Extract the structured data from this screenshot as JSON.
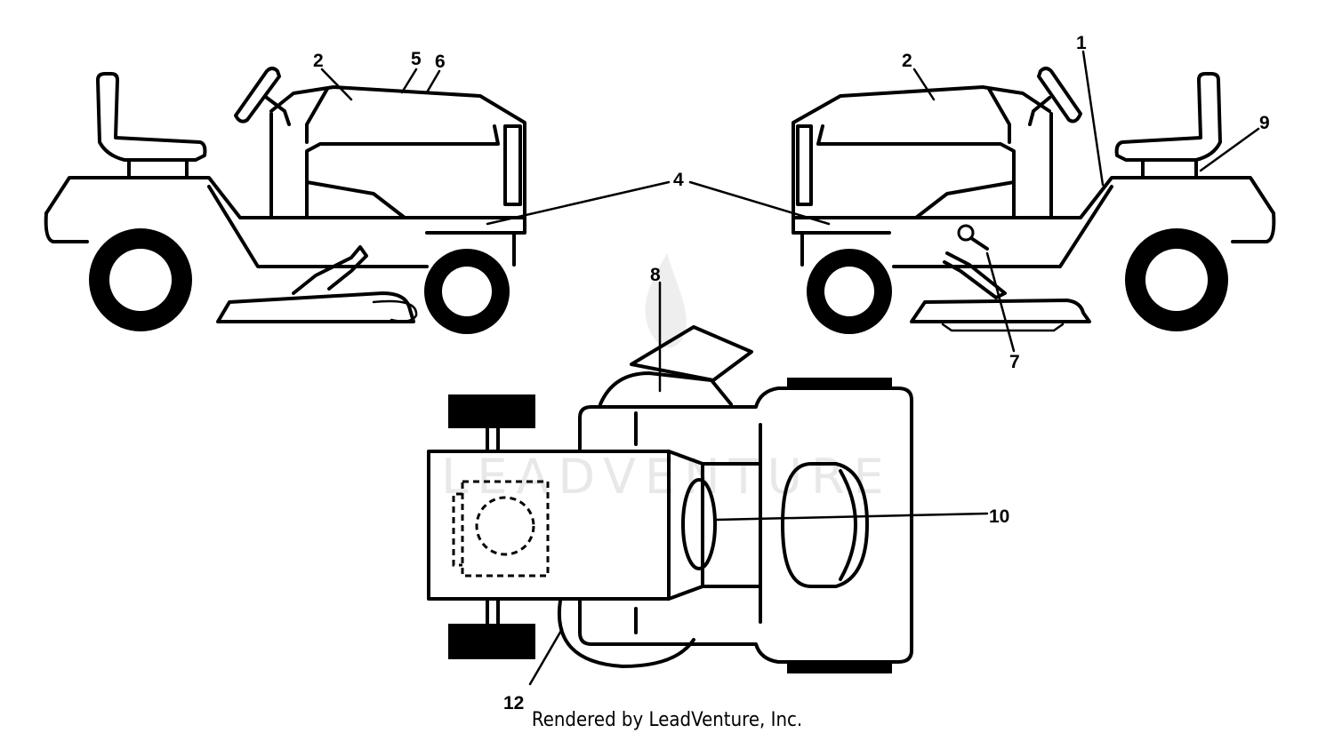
{
  "diagram": {
    "watermark": "LEADVENTURE",
    "credit": "Rendered by LeadVenture, Inc.",
    "callouts": {
      "left_side": {
        "hood": "2",
        "top_a": "5",
        "top_b": "6",
        "side": "4"
      },
      "right_side": {
        "hood": "2",
        "fender": "1",
        "seat_back": "9",
        "lever": "7"
      },
      "top_view": {
        "chute": "8",
        "steering": "10",
        "deck": "12"
      }
    }
  }
}
